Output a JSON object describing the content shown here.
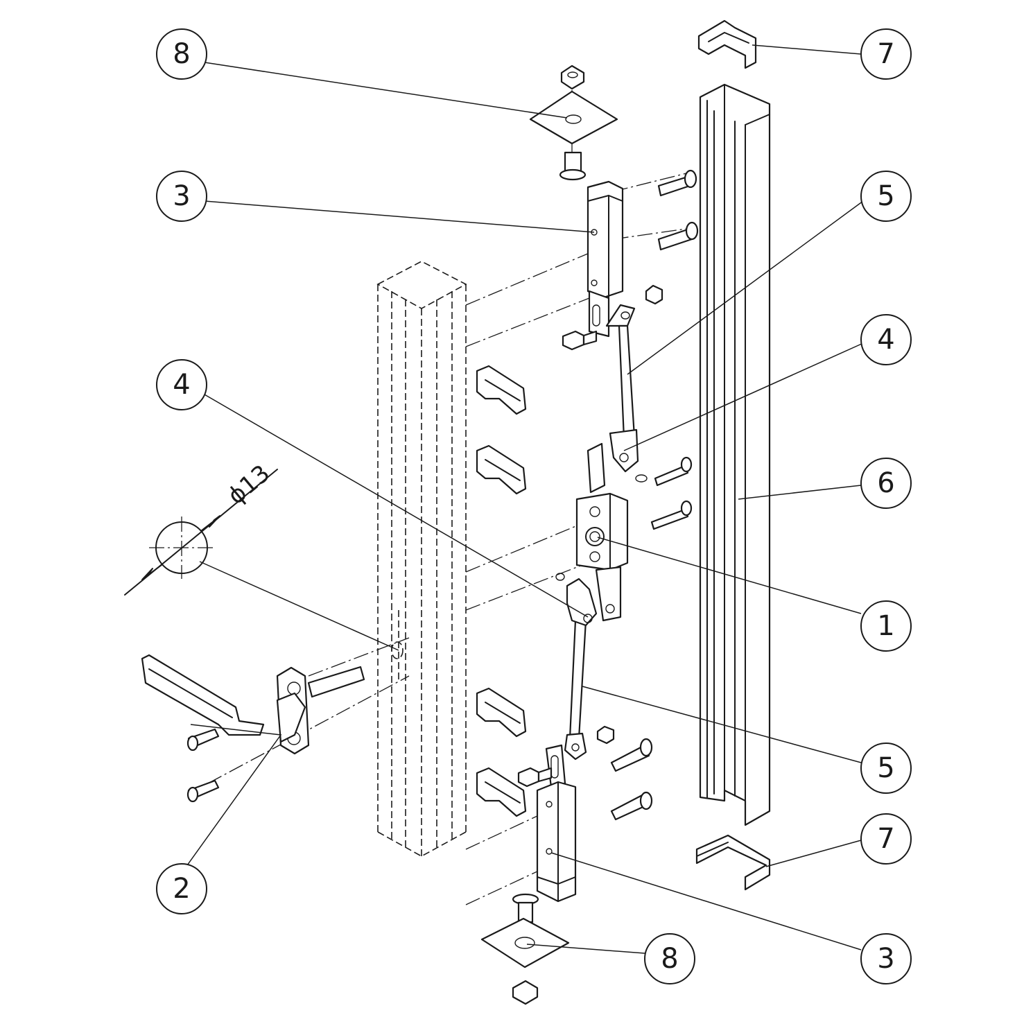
{
  "callouts": [
    {
      "id": "c8top",
      "label": "8"
    },
    {
      "id": "c7top",
      "label": "7"
    },
    {
      "id": "c3top",
      "label": "3"
    },
    {
      "id": "c5top",
      "label": "5"
    },
    {
      "id": "c4right",
      "label": "4"
    },
    {
      "id": "c4left",
      "label": "4"
    },
    {
      "id": "c6",
      "label": "6"
    },
    {
      "id": "c1",
      "label": "1"
    },
    {
      "id": "c5bot",
      "label": "5"
    },
    {
      "id": "c7bot",
      "label": "7"
    },
    {
      "id": "c2",
      "label": "2"
    },
    {
      "id": "c8bot",
      "label": "8"
    },
    {
      "id": "c3bot",
      "label": "3"
    }
  ],
  "dimension": {
    "label": "ϕ13"
  }
}
